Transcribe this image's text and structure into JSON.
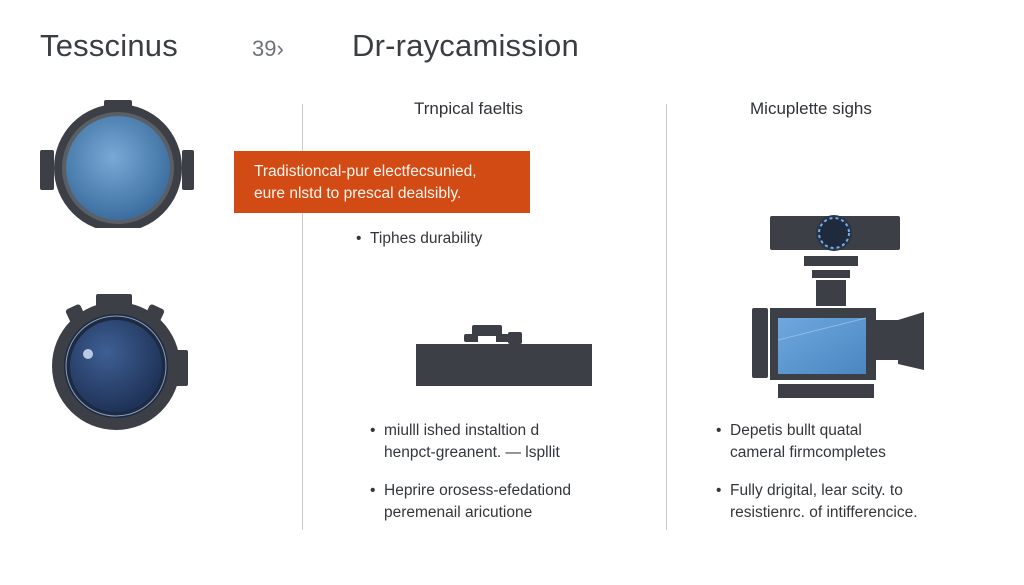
{
  "header": {
    "title_left": "Tesscinus",
    "number": "39",
    "chevron_glyph": "›",
    "title_right": "Dr-raycamission"
  },
  "columns": [
    {
      "heading": "Trnpical faeltis",
      "callout": {
        "line1": "Tradistioncal-pur electfecsunied,",
        "line2": "eure nlstd to prescal dealsibly."
      },
      "bullets": [
        {
          "line1": "Tiphes durability"
        },
        {
          "line1": "miulll ished instaltion d",
          "line2": "henpct-greanent. — lspllit"
        },
        {
          "line1": "Heprire orosess-efedationd",
          "line2": "peremenail aricutione"
        }
      ]
    },
    {
      "heading": "Micuplette sighs",
      "bullets": [
        {
          "line1": "Depetis bullt quatal",
          "line2": "cameral firmcompletes"
        },
        {
          "line1": "Fully drigital, lear scity. to",
          "line2": "resistienrc. of intifferencice."
        }
      ]
    }
  ],
  "bullet_glyph": "•",
  "colors": {
    "accent_orange": "#d24a14",
    "device_gray": "#3c3f45",
    "lens_blue": "#4a7fb5",
    "screen_blue": "#5b9bd5",
    "divider": "#c9ccd1"
  },
  "icons": [
    "lens-scope-icon",
    "night-vision-scope-icon",
    "rifle-scope-icon",
    "digital-camera-sight-icon"
  ]
}
